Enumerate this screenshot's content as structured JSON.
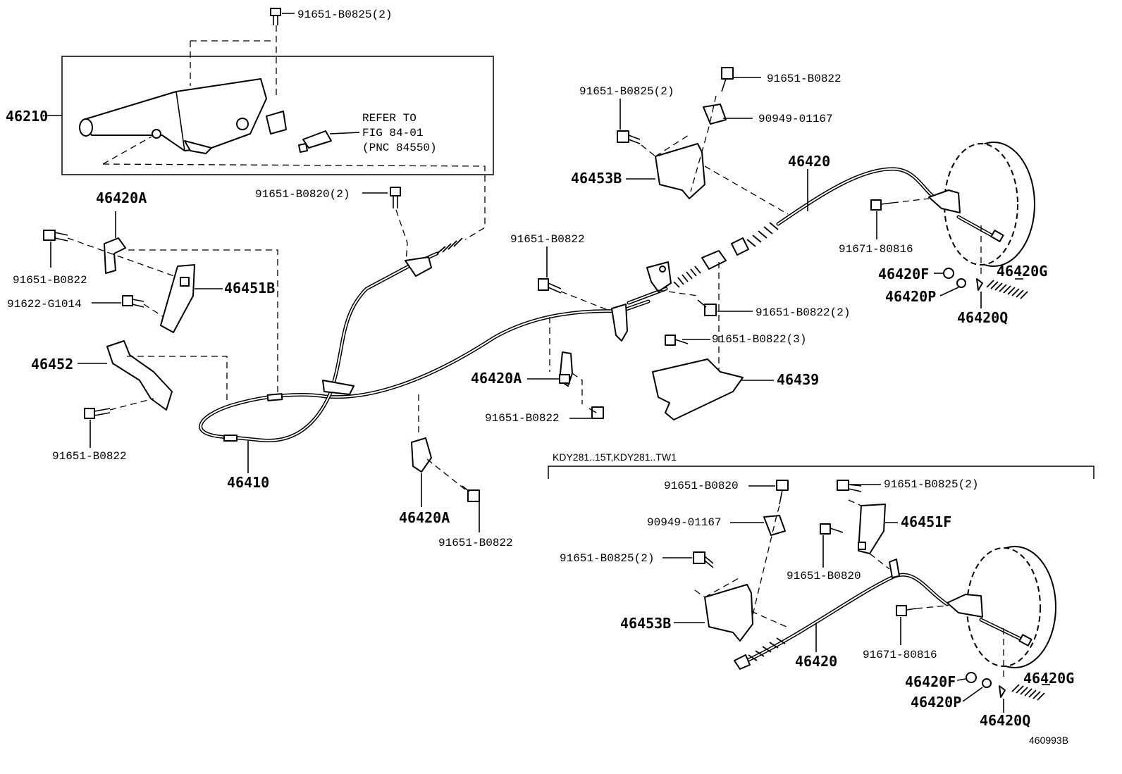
{
  "diagram": {
    "refer_note": [
      "REFER TO",
      "FIG 84-01",
      "(PNC 84550)"
    ],
    "variant_label": "KDY281..15T,KDY281..TW1",
    "figure_id": "460993B",
    "labels": {
      "p46210": "46210",
      "b_top": "91651-B0825(2)",
      "b_0820_2": "91651-B0820(2)",
      "p46420A_1": "46420A",
      "b_0822_a": "91651-B0822",
      "b_g1014": "91622-G1014",
      "p46451B": "46451B",
      "p46452": "46452",
      "b_0822_b": "91651-B0822",
      "p46410": "46410",
      "p46420A_2": "46420A",
      "b_0822_c": "91651-B0822",
      "b_0822_d": "91651-B0822",
      "p46420A_3": "46420A",
      "b_0822_e": "91651-B0822",
      "b_0822_2": "91651-B0822(2)",
      "b_0822_3": "91651-B0822(3)",
      "p46439": "46439",
      "b_0825_2a": "91651-B0825(2)",
      "b_0822_f": "91651-B0822",
      "c_01167_a": "90949-01167",
      "p46453B_a": "46453B",
      "p46420_a": "46420",
      "b_80816_a": "91671-80816",
      "p46420F_a": "46420F",
      "p46420P_a": "46420P",
      "p46420G_a": "46420G",
      "p46420Q_a": "46420Q",
      "b_0820_b": "91651-B0820",
      "c_01167_b": "90949-01167",
      "b_0825_2b": "91651-B0825(2)",
      "b_0825_2c": "91651-B0825(2)",
      "p46451F": "46451F",
      "b_0820_c": "91651-B0820",
      "p46453B_b": "46453B",
      "p46420_b": "46420",
      "b_80816_b": "91671-80816",
      "p46420F_b": "46420F",
      "p46420P_b": "46420P",
      "p46420G_b": "46420G",
      "p46420Q_b": "46420Q"
    }
  }
}
